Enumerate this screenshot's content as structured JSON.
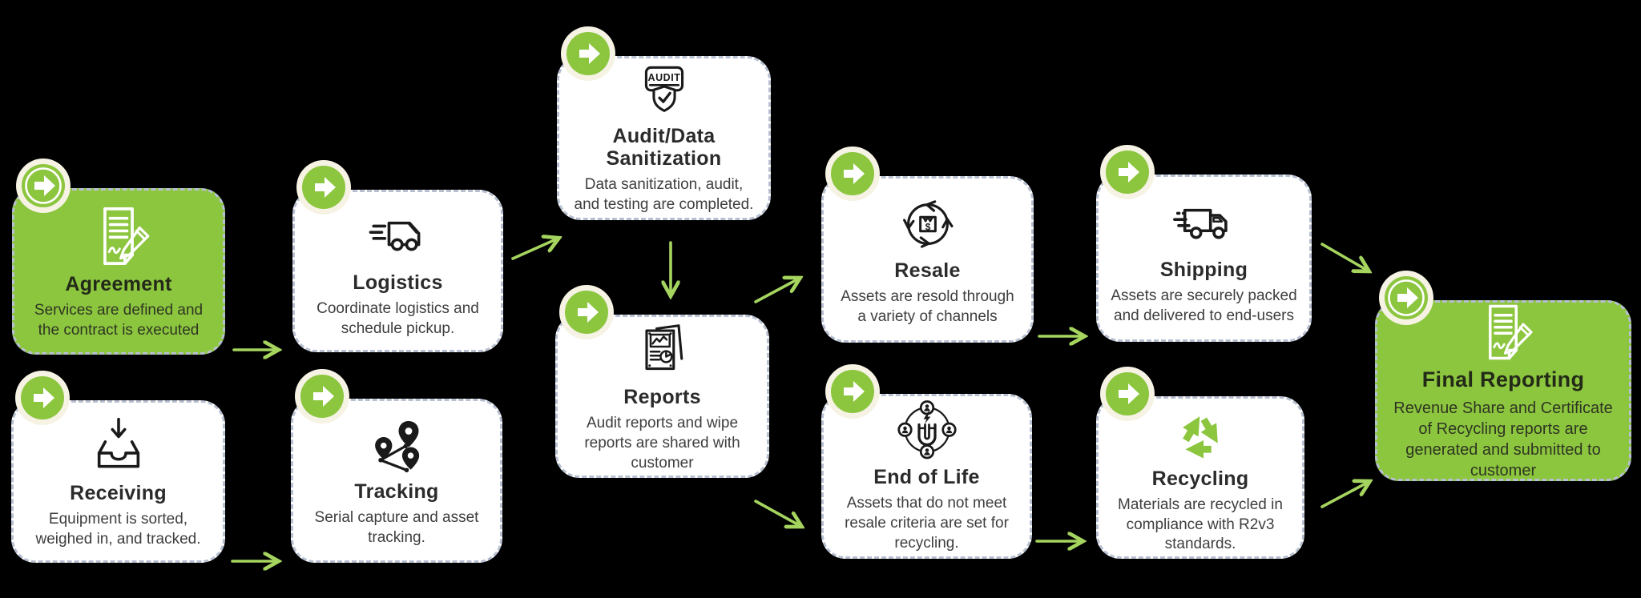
{
  "diagram": {
    "background_color": "#000000",
    "colors": {
      "card_green": "#8CC63F",
      "arrow_green": "#A5D55F",
      "badge_ring_cream": "#F6F2E4",
      "dashed_border": "#B7C0D1",
      "card_white": "#FFFFFF",
      "title_text": "#2B2B2B",
      "body_text": "#3E3E3E",
      "icon_line": "#1A1A1A",
      "icon_on_green": "#FFFFFF"
    },
    "badge_icon": "arrow-right-badge-icon",
    "cards": [
      {
        "id": "agreement",
        "title": "Agreement",
        "description": "Services are defined and the contract is executed",
        "icon": "contract-signing-icon",
        "variant": "green"
      },
      {
        "id": "logistics",
        "title": "Logistics",
        "description": "Coordinate logistics and schedule pickup.",
        "icon": "delivery-van-icon",
        "variant": "white"
      },
      {
        "id": "audit",
        "title": "Audit/Data Sanitization",
        "description": "Data sanitization, audit, and testing are completed.",
        "icon": "audit-shield-icon",
        "icon_label": "AUDIT",
        "variant": "white"
      },
      {
        "id": "receiving",
        "title": "Receiving",
        "description": "Equipment is sorted, weighed in, and tracked.",
        "icon": "inbox-receive-icon",
        "variant": "white"
      },
      {
        "id": "tracking",
        "title": "Tracking",
        "description": "Serial capture and asset tracking.",
        "icon": "map-pins-icon",
        "variant": "white"
      },
      {
        "id": "reports",
        "title": "Reports",
        "description": "Audit reports and wipe reports are shared with customer",
        "icon": "report-charts-icon",
        "variant": "white"
      },
      {
        "id": "resale",
        "title": "Resale",
        "description": "Assets are resold through a variety of channels",
        "icon": "resale-cycle-icon",
        "icon_label": "$",
        "variant": "white"
      },
      {
        "id": "endoflife",
        "title": "End of Life",
        "description": "Assets that do not meet resale criteria are set for recycling.",
        "icon": "magnet-users-icon",
        "variant": "white"
      },
      {
        "id": "shipping",
        "title": "Shipping",
        "description": "Assets are securely packed and delivered to end-users",
        "icon": "shipping-truck-icon",
        "variant": "white"
      },
      {
        "id": "recycling",
        "title": "Recycling",
        "description": "Materials are recycled in compliance with R2v3 standards.",
        "icon": "recycle-icon",
        "variant": "white"
      },
      {
        "id": "final",
        "title": "Final Reporting",
        "description": "Revenue Share and Certificate of Recycling reports are generated and submitted to customer",
        "icon": "contract-signing-icon",
        "variant": "green"
      }
    ],
    "connections": [
      {
        "from": "Agreement",
        "to": "Logistics"
      },
      {
        "from": "Receiving",
        "to": "Tracking"
      },
      {
        "from": "Logistics",
        "to": "Audit/Data Sanitization"
      },
      {
        "from": "Audit/Data Sanitization",
        "to": "Reports"
      },
      {
        "from": "Reports",
        "to": "Resale"
      },
      {
        "from": "Reports",
        "to": "End of Life"
      },
      {
        "from": "Resale",
        "to": "Shipping"
      },
      {
        "from": "End of Life",
        "to": "Recycling"
      },
      {
        "from": "Shipping",
        "to": "Final Reporting"
      },
      {
        "from": "Recycling",
        "to": "Final Reporting"
      }
    ]
  }
}
